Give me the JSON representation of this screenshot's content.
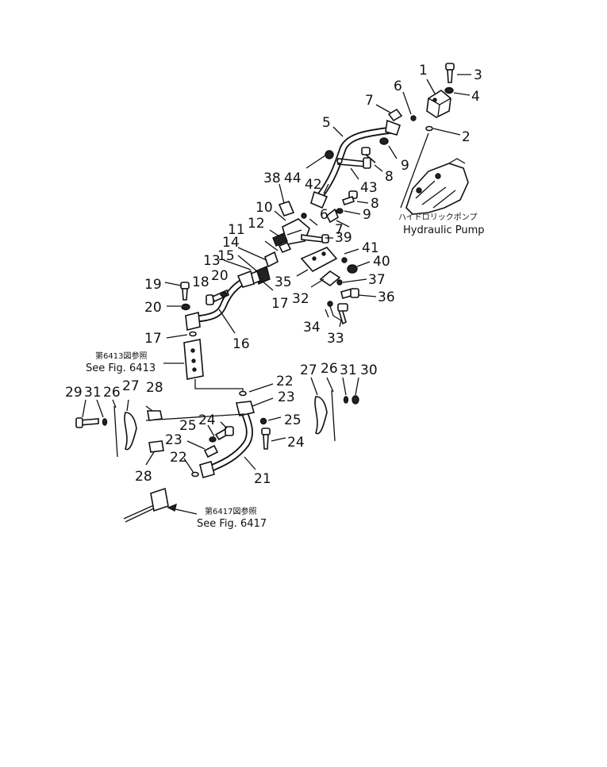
{
  "callouts": {
    "c1": "1",
    "c2": "2",
    "c3": "3",
    "c4": "4",
    "c5": "5",
    "c6a": "6",
    "c6b": "6",
    "c7a": "7",
    "c7b": "7",
    "c8a": "8",
    "c8b": "8",
    "c9a": "9",
    "c9b": "9",
    "c10": "10",
    "c11": "11",
    "c12": "12",
    "c13": "13",
    "c14": "14",
    "c15": "15",
    "c16": "16",
    "c17a": "17",
    "c17b": "17",
    "c18": "18",
    "c19": "19",
    "c20a": "20",
    "c20b": "20",
    "c21": "21",
    "c22a": "22",
    "c22b": "22",
    "c23a": "23",
    "c23b": "23",
    "c24a": "24",
    "c24b": "24",
    "c25a": "25",
    "c25b": "25",
    "c26a": "26",
    "c26b": "26",
    "c27a": "27",
    "c27b": "27",
    "c28a": "28",
    "c28b": "28",
    "c29": "29",
    "c30": "30",
    "c31a": "31",
    "c31b": "31",
    "c32": "32",
    "c33": "33",
    "c34": "34",
    "c35": "35",
    "c36": "36",
    "c37": "37",
    "c38": "38",
    "c39": "39",
    "c40": "40",
    "c41": "41",
    "c42": "42",
    "c43": "43",
    "c44": "44"
  },
  "references": {
    "pump_ja": "ハイドロリックポンプ",
    "pump_en": "Hydraulic Pump",
    "fig6413_ja": "第6413図参照",
    "fig6413_en": "See Fig. 6413",
    "fig6417_ja": "第6417図参照",
    "fig6417_en": "See Fig. 6417"
  }
}
